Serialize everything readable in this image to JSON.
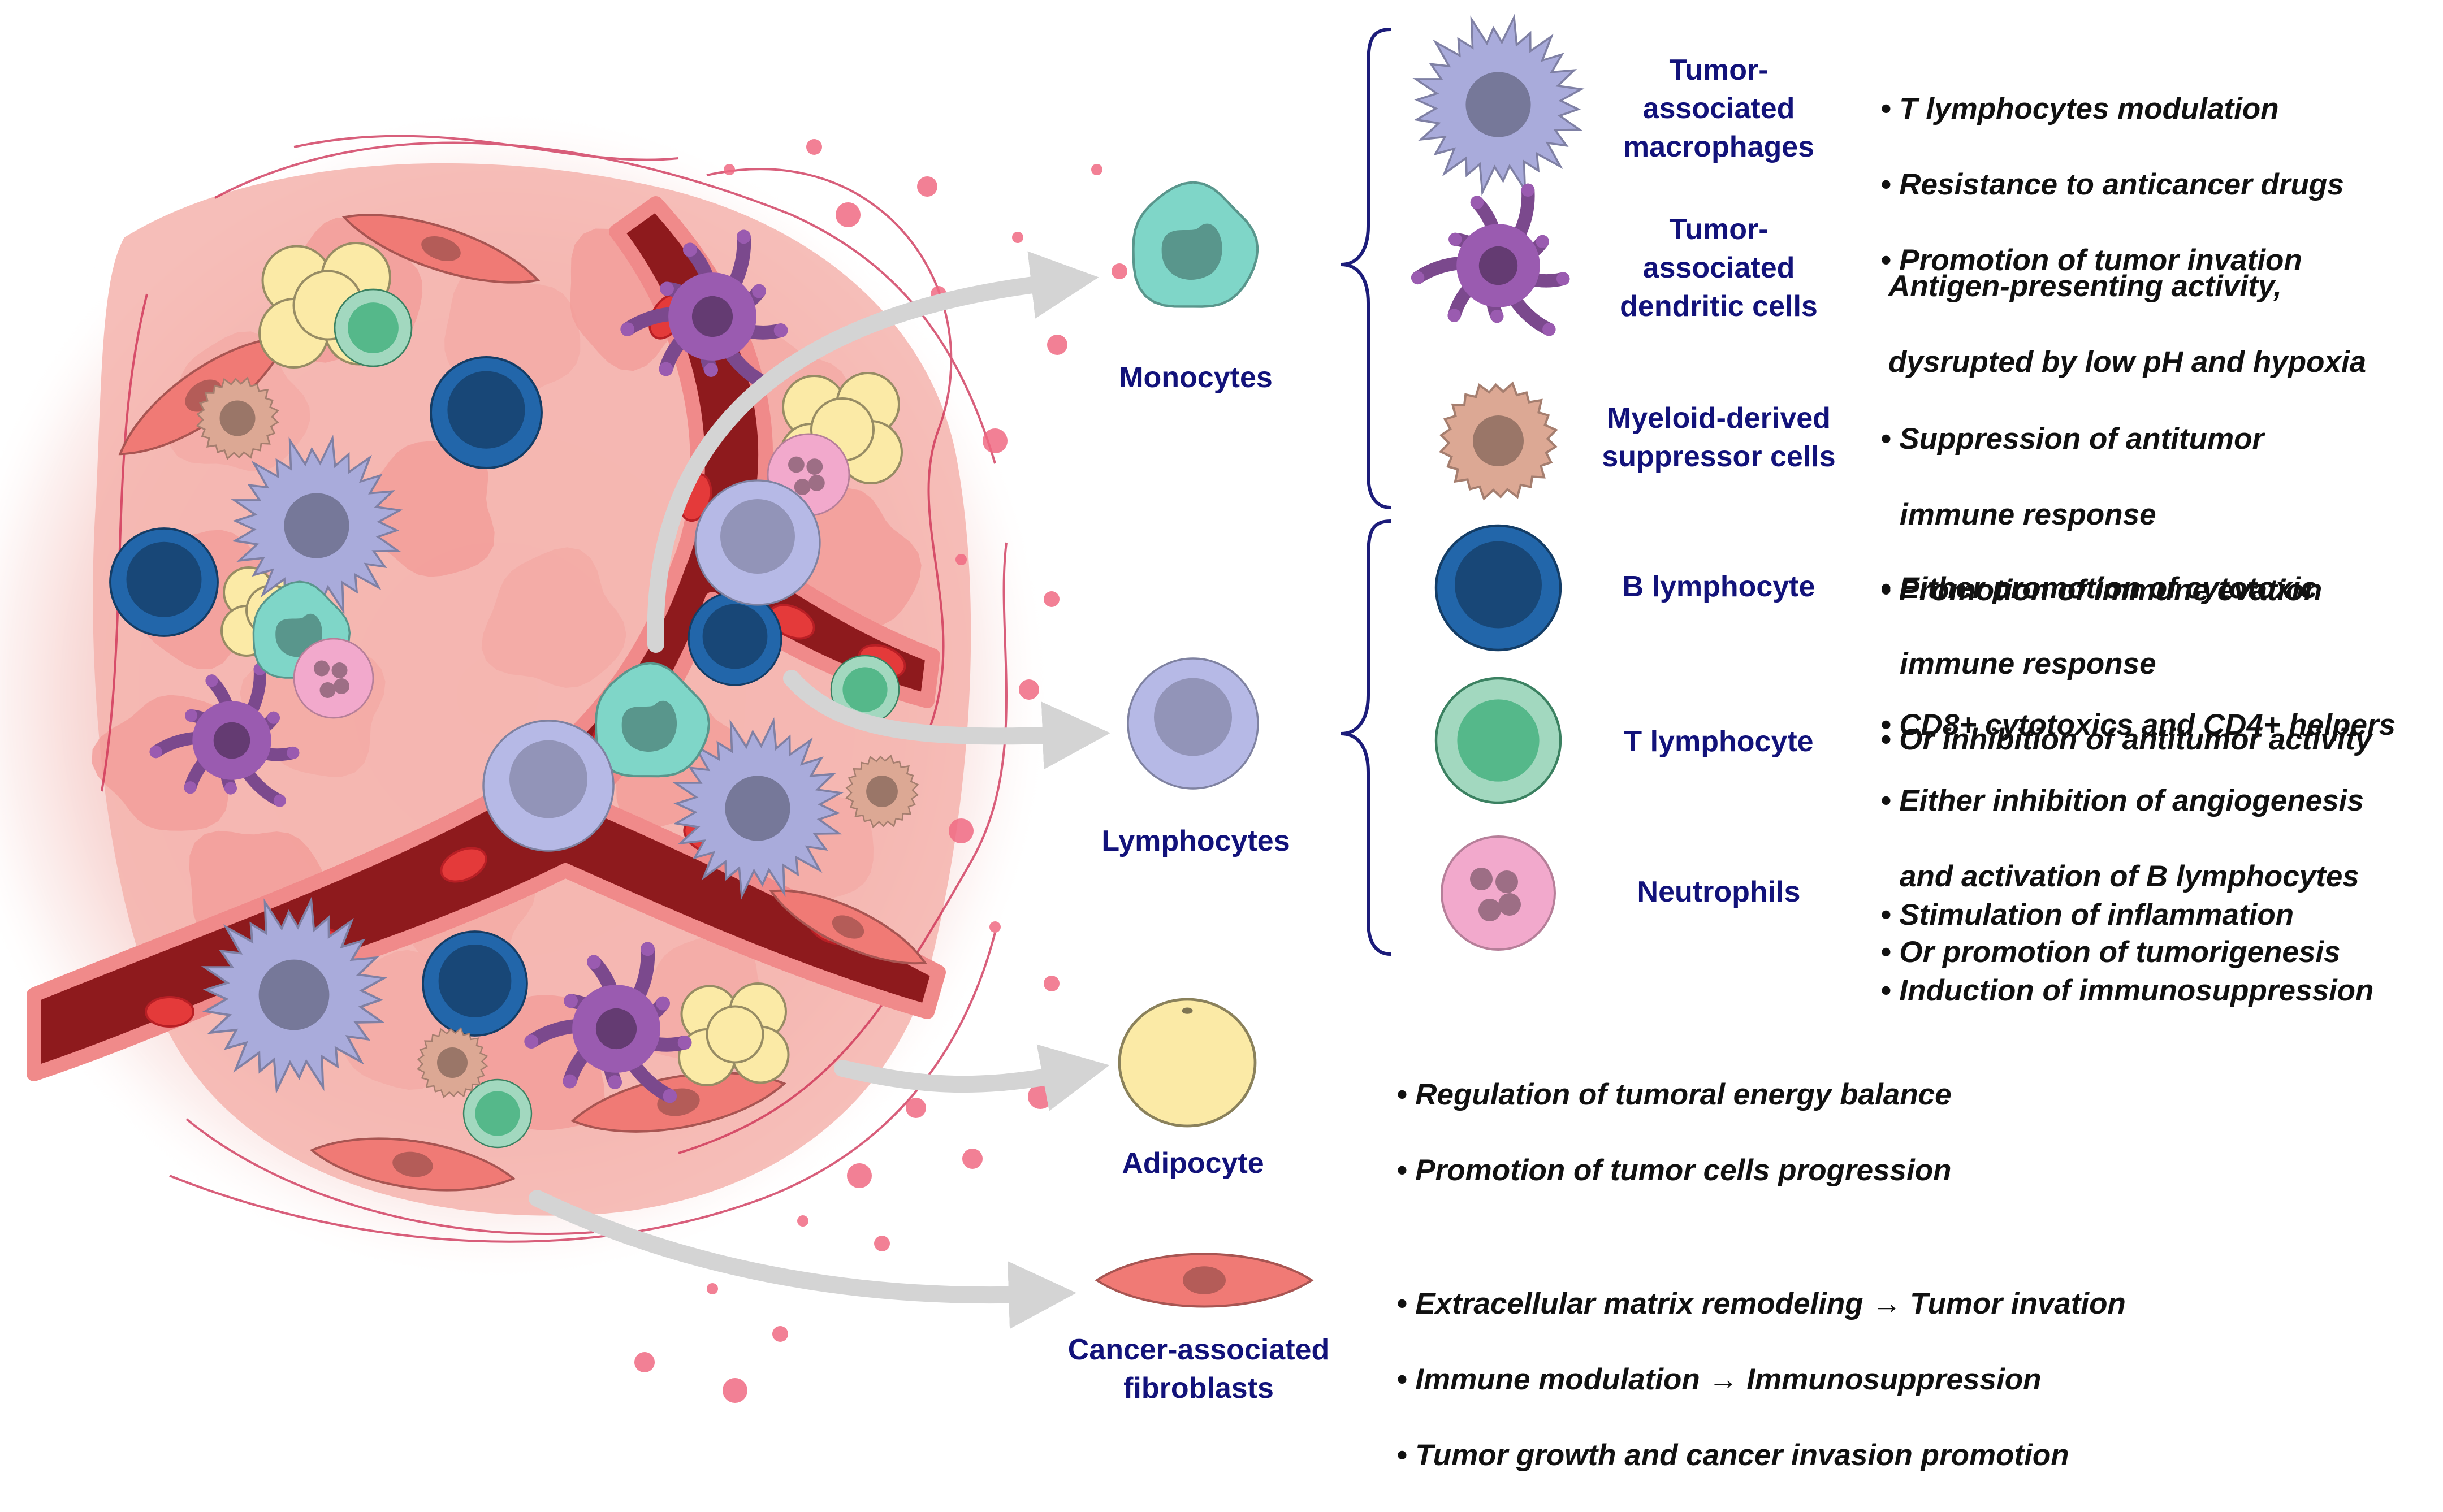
{
  "groups": {
    "monocytes": {
      "label": "Monocytes",
      "cells": [
        {
          "label": "Tumor-\nassociated\nmacrophages",
          "lines": [
            {
              "text": "T lymphocytes modulation",
              "bullet": true
            },
            {
              "text": "Resistance to anticancer drugs",
              "bullet": true
            },
            {
              "text": "Promotion of tumor invation",
              "bullet": true
            }
          ]
        },
        {
          "label": "Tumor-\nassociated\ndendritic cells",
          "lines": [
            {
              "text": "Antigen-presenting activity,",
              "bullet": false
            },
            {
              "text": "dysrupted by low pH and hypoxia",
              "bullet": false
            }
          ]
        },
        {
          "label": "Myeloid-derived\nsuppressor cells",
          "lines": [
            {
              "text": "Suppression of antitumor",
              "bullet": true
            },
            {
              "text": "immune response",
              "bullet": false
            },
            {
              "text": "Promotion of immune evation",
              "bullet": true
            }
          ]
        }
      ]
    },
    "lymphocytes": {
      "label": "Lymphocytes",
      "cells": [
        {
          "label": "B lymphocyte",
          "lines": [
            {
              "text": "Either promotion of cytotoxic",
              "bullet": true
            },
            {
              "text": "immune response",
              "bullet": false
            },
            {
              "text": "Or inhibition of antitumor activity",
              "bullet": true
            }
          ]
        },
        {
          "label": "T lymphocyte",
          "lines": [
            {
              "text": "CD8+ cytotoxics and CD4+ helpers",
              "bullet": true
            },
            {
              "text": "Either inhibition of angiogenesis",
              "bullet": true
            },
            {
              "text": "and activation of B lymphocytes",
              "bullet": false
            },
            {
              "text": "Or promotion of tumorigenesis",
              "bullet": true
            }
          ]
        },
        {
          "label": "Neutrophils",
          "lines": [
            {
              "text": "Stimulation of inflammation",
              "bullet": true
            },
            {
              "text": "Induction of immunosuppression",
              "bullet": true
            }
          ]
        }
      ]
    },
    "adipocyte": {
      "label": "Adipocyte",
      "lines": [
        {
          "text": "Regulation of tumoral energy balance",
          "bullet": true
        },
        {
          "text": "Promotion of tumor cells progression",
          "bullet": true
        }
      ]
    },
    "fibroblasts": {
      "label": "Cancer-associated\nfibroblasts",
      "lines": [
        {
          "text": "Extracellular matrix remodeling → Tumor invation",
          "bullet": true
        },
        {
          "text": "Immune modulation → Immunosuppression",
          "bullet": true
        },
        {
          "text": "Tumor growth and cancer invasion promotion",
          "bullet": true
        }
      ]
    }
  },
  "colors": {
    "label_text": "#12127a",
    "vessel": "#8e1a1d",
    "vessel_wall": "#f08a8a",
    "arrow": "#d7d7d7",
    "macrophage": "#a9abdb",
    "dendritic": "#9a5bb0",
    "mdsc": "#dca894",
    "b_lymphocyte": "#2266aa",
    "t_lymphocyte": "#55b88a",
    "neutrophil": "#f2a9cc",
    "monocyte": "#7fd6c8",
    "lymphocyte": "#b6b9e6",
    "adipocyte": "#fbeaa6",
    "fibroblast": "#f07a75"
  }
}
